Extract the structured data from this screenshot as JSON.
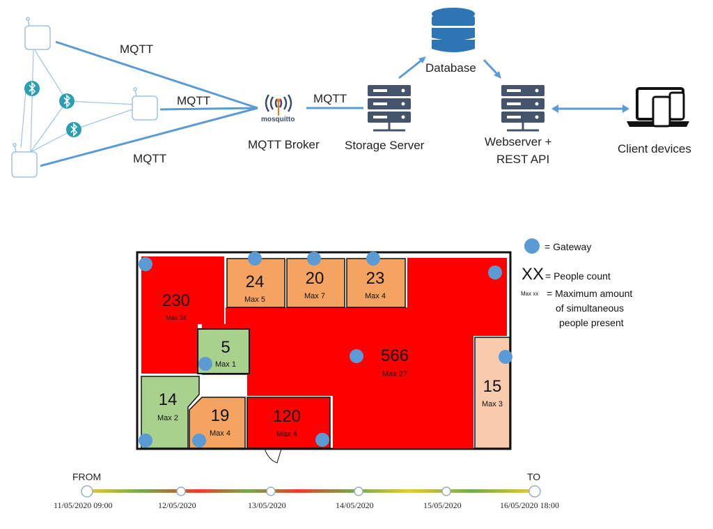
{
  "architecture": {
    "links": {
      "mqtt_top": "MQTT",
      "mqtt_middle": "MQTT",
      "mqtt_bottom": "MQTT",
      "mqtt_broker_storage": "MQTT"
    },
    "nodes": {
      "broker_logo_text": "mosquitto",
      "broker": "MQTT Broker",
      "storage": "Storage Server",
      "database": "Database",
      "webserver_line1": "Webserver +",
      "webserver_line2": "REST API",
      "clients": "Client devices"
    },
    "colors": {
      "line": "#5b9bd5",
      "server": "#44546a",
      "broker_accent": "#f47a20"
    }
  },
  "floorplan": {
    "rooms": [
      {
        "id": "room-230",
        "count": "230",
        "max": "Max 34",
        "color": "#ff0000"
      },
      {
        "id": "room-24",
        "count": "24",
        "max": "Max 5",
        "color": "#f4a460"
      },
      {
        "id": "room-20",
        "count": "20",
        "max": "Max 7",
        "color": "#f4a460"
      },
      {
        "id": "room-23",
        "count": "23",
        "max": "Max 4",
        "color": "#f4a460"
      },
      {
        "id": "room-5",
        "count": "5",
        "max": "Max 1",
        "color": "#a9d18e"
      },
      {
        "id": "room-566",
        "count": "566",
        "max": "Max 27",
        "color": "#ff0000"
      },
      {
        "id": "room-14",
        "count": "14",
        "max": "Max 2",
        "color": "#a9d18e"
      },
      {
        "id": "room-19",
        "count": "19",
        "max": "Max 4",
        "color": "#f4a460"
      },
      {
        "id": "room-120",
        "count": "120",
        "max": "Max 4",
        "color": "#ff0000"
      },
      {
        "id": "room-15",
        "count": "15",
        "max": "Max 3",
        "color": "#f8cbad"
      }
    ],
    "gateway_color": "#5b9bd5"
  },
  "legend": {
    "gateway": "= Gateway",
    "count_symbol": "XX",
    "count_text": "= People count",
    "max_symbol": "Max xx",
    "max_text_1": "= Maximum amount",
    "max_text_2": "of simultaneous",
    "max_text_3": "people present"
  },
  "timeline": {
    "from": "FROM",
    "to": "TO",
    "dates": [
      "11/05/2020 09:00",
      "12/05/2020",
      "13/05/2020",
      "14/05/2020",
      "15/05/2020",
      "16/05/2020 18:00"
    ]
  }
}
